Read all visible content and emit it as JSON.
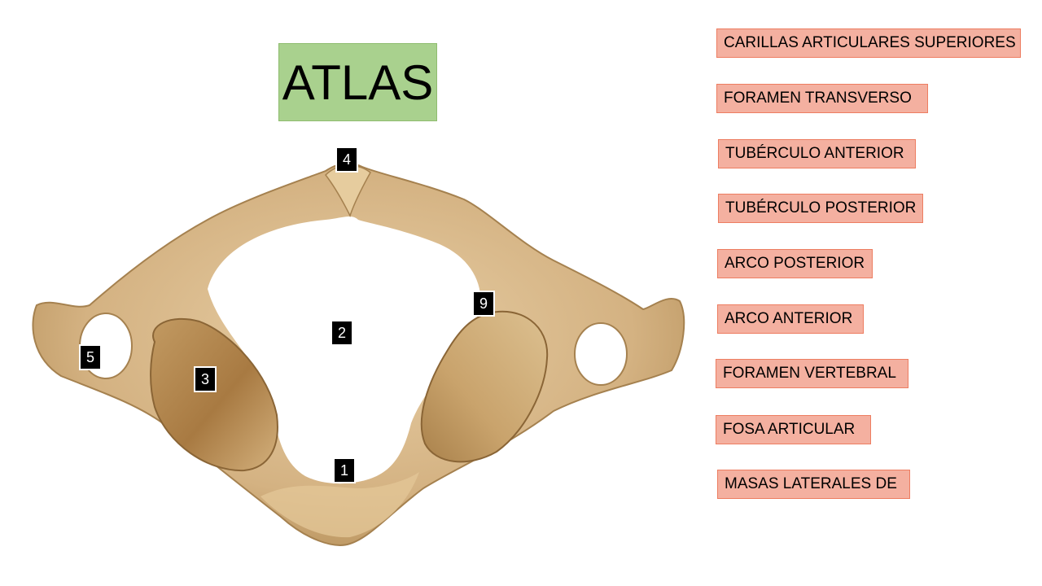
{
  "title": "ATLAS",
  "labels": [
    "CARILLAS ARTICULARES SUPERIORES",
    "FORAMEN TRANSVERSO",
    "TUBÉRCULO ANTERIOR",
    "TUBÉRCULO POSTERIOR",
    "ARCO POSTERIOR",
    "ARCO ANTERIOR",
    "FORAMEN VERTEBRAL",
    "FOSA ARTICULAR",
    "MASAS LATERALES DE"
  ],
  "markers": [
    "4",
    "2",
    "9",
    "5",
    "3",
    "1"
  ],
  "colors": {
    "title_bg": "#a9d18e",
    "label_bg": "#f4b0a0",
    "label_border": "#ed7d61",
    "bone": "#d8b88a",
    "marker_bg": "#000000"
  }
}
